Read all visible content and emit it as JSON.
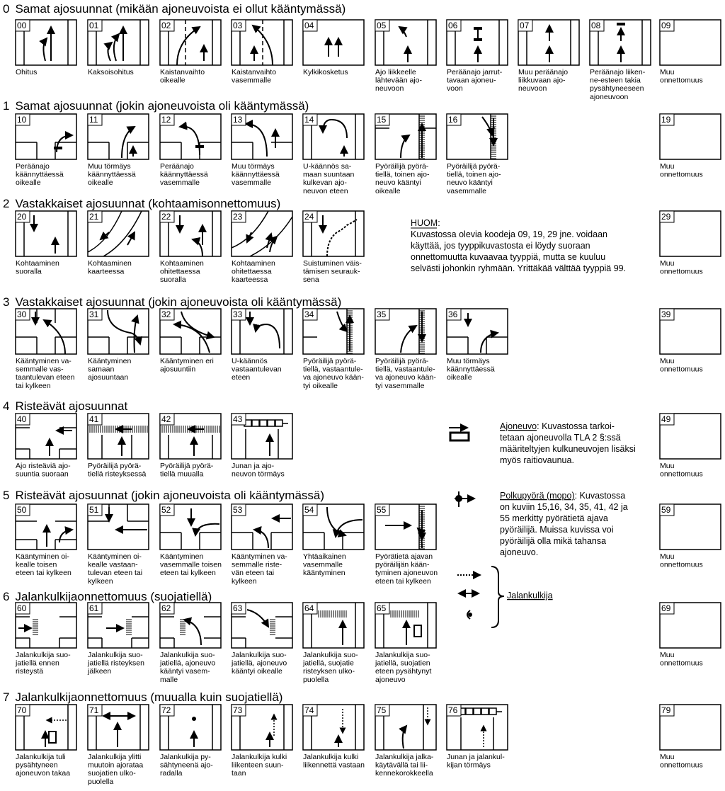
{
  "groups": [
    {
      "num": "0",
      "title": "Samat ajosuunnat (mikään ajoneuvoista ei ollut kääntymässä)"
    },
    {
      "num": "1",
      "title": "Samat ajosuunnat (jokin ajoneuvoista oli kääntymässä)"
    },
    {
      "num": "2",
      "title": "Vastakkaiset ajosuunnat (kohtaamisonnettomuus)"
    },
    {
      "num": "3",
      "title": "Vastakkaiset ajosuunnat (jokin ajoneuvoista oli kääntymässä)"
    },
    {
      "num": "4",
      "title": "Risteävät ajosuunnat"
    },
    {
      "num": "5",
      "title": "Risteävät ajosuunnat (jokin ajoneuvoista oli kääntymässä)"
    },
    {
      "num": "6",
      "title": "Jalankulkijaonnettomuus (suojatiellä)"
    },
    {
      "num": "7",
      "title": "Jalankulkijaonnettomuus (muualla kuin suojatiellä)"
    }
  ],
  "cells": [
    {
      "code": "00",
      "caption": [
        "Ohitus"
      ]
    },
    {
      "code": "01",
      "caption": [
        "Kaksoisohitus"
      ]
    },
    {
      "code": "02",
      "caption": [
        "Kaistanvaihto",
        "oikealle"
      ]
    },
    {
      "code": "03",
      "caption": [
        "Kaistanvaihto",
        "vasemmalle"
      ]
    },
    {
      "code": "04",
      "caption": [
        "Kylkikosketus"
      ]
    },
    {
      "code": "05",
      "caption": [
        "Ajo liikkeelle",
        "lähtevään ajo-",
        "neuvoon"
      ]
    },
    {
      "code": "06",
      "caption": [
        "Peräänajo jarrut-",
        "tavaan ajoneu-",
        "voon"
      ]
    },
    {
      "code": "07",
      "caption": [
        "Muu peräänajo",
        "liikkuvaan ajo-",
        "neuvoon"
      ]
    },
    {
      "code": "08",
      "caption": [
        "Peräänajo liiken-",
        "ne-esteen takia",
        "pysähtyneeseen",
        "ajoneuvoon"
      ]
    },
    {
      "code": "09",
      "caption": [
        "Muu",
        "onnettomuus"
      ]
    },
    {
      "code": "10",
      "caption": [
        "Peräänajo",
        "käännyttäessä",
        "oikealle"
      ]
    },
    {
      "code": "11",
      "caption": [
        "Muu törmäys",
        "käännyttäessä",
        "oikealle"
      ]
    },
    {
      "code": "12",
      "caption": [
        "Peräänajo",
        "käännyttäessä",
        "vasemmalle"
      ]
    },
    {
      "code": "13",
      "caption": [
        "Muu törmäys",
        "käännyttäessä",
        "vasemmalle"
      ]
    },
    {
      "code": "14",
      "caption": [
        "U-käännös sa-",
        "maan suuntaan",
        "kulkevan ajo-",
        "neuvon eteen"
      ]
    },
    {
      "code": "15",
      "caption": [
        "Pyöräilijä pyörä-",
        "tiellä, toinen ajo-",
        "neuvo kääntyi",
        "oikealle"
      ]
    },
    {
      "code": "16",
      "caption": [
        "Pyöräilijä pyörä-",
        "tiellä, toinen ajo-",
        "neuvo kääntyi",
        "vasemmalle"
      ]
    },
    {
      "code": "19",
      "caption": [
        "Muu",
        "onnettomuus"
      ]
    },
    {
      "code": "20",
      "caption": [
        "Kohtaaminen",
        "suoralla"
      ]
    },
    {
      "code": "21",
      "caption": [
        "Kohtaaminen",
        "kaarteessa"
      ]
    },
    {
      "code": "22",
      "caption": [
        "Kohtaaminen",
        "ohitettaessa",
        "suoralla"
      ]
    },
    {
      "code": "23",
      "caption": [
        "Kohtaaminen",
        "ohitettaessa",
        "kaarteessa"
      ]
    },
    {
      "code": "24",
      "caption": [
        "Suistuminen väis-",
        "tämisen seurauk-",
        "sena"
      ]
    },
    {
      "code": "29",
      "caption": [
        "Muu",
        "onnettomuus"
      ]
    },
    {
      "code": "30",
      "caption": [
        "Kääntyminen va-",
        "semmalle vas-",
        "taantulevan eteen",
        "tai kylkeen"
      ]
    },
    {
      "code": "31",
      "caption": [
        "Kääntyminen",
        "samaan",
        "ajosuuntaan"
      ]
    },
    {
      "code": "32",
      "caption": [
        "Kääntyminen eri",
        "ajosuuntiin"
      ]
    },
    {
      "code": "33",
      "caption": [
        "U-käännös",
        "vastaantulevan",
        "eteen"
      ]
    },
    {
      "code": "34",
      "caption": [
        "Pyöräilijä pyörä-",
        "tiellä, vastaantule-",
        "va ajoneuvo kään-",
        "tyi oikealle"
      ]
    },
    {
      "code": "35",
      "caption": [
        "Pyöräilijä pyörä-",
        "tiellä, vastaantule-",
        "va ajoneuvo kään-",
        "tyi vasemmalle"
      ]
    },
    {
      "code": "36",
      "caption": [
        "Muu törmäys",
        "käännyttäessä",
        "oikealle"
      ]
    },
    {
      "code": "39",
      "caption": [
        "Muu",
        "onnettomuus"
      ]
    },
    {
      "code": "40",
      "caption": [
        "Ajo risteäviä ajo-",
        "suuntia suoraan"
      ]
    },
    {
      "code": "41",
      "caption": [
        "Pyöräilijä pyörä-",
        "tiellä risteyksessä"
      ]
    },
    {
      "code": "42",
      "caption": [
        "Pyöräilijä pyörä-",
        "tiellä muualla"
      ]
    },
    {
      "code": "43",
      "caption": [
        "Junan ja ajo-",
        "neuvon törmäys"
      ]
    },
    {
      "code": "49",
      "caption": [
        "Muu",
        "onnettomuus"
      ]
    },
    {
      "code": "50",
      "caption": [
        "Kääntyminen oi-",
        "kealle toisen",
        "eteen tai kylkeen"
      ]
    },
    {
      "code": "51",
      "caption": [
        "Kääntyminen oi-",
        "kealle vastaan-",
        "tulevan eteen tai",
        "kylkeen"
      ]
    },
    {
      "code": "52",
      "caption": [
        "Kääntyminen",
        "vasemmalle toisen",
        "eteen tai kylkeen"
      ]
    },
    {
      "code": "53",
      "caption": [
        "Kääntyminen va-",
        "semmalle riste-",
        "vän eteen tai",
        "kylkeen"
      ]
    },
    {
      "code": "54",
      "caption": [
        "Yhtäaikainen",
        "vasemmalle",
        "kääntyminen"
      ]
    },
    {
      "code": "55",
      "caption": [
        "Pyörätietä ajavan",
        "pyöräilijän kään-",
        "tyminen ajoneuvon",
        "eteen tai kylkeen"
      ]
    },
    {
      "code": "59",
      "caption": [
        "Muu",
        "onnettomuus"
      ]
    },
    {
      "code": "60",
      "caption": [
        "Jalankulkija suo-",
        "jatiellä ennen",
        "risteystä"
      ]
    },
    {
      "code": "61",
      "caption": [
        "Jalankulkija suo-",
        "jatiellä risteyksen",
        "jälkeen"
      ]
    },
    {
      "code": "62",
      "caption": [
        "Jalankulkija suo-",
        "jatiellä, ajoneuvo",
        "kääntyi vasem-",
        "malle"
      ]
    },
    {
      "code": "63",
      "caption": [
        "Jalankulkija suo-",
        "jatiellä, ajoneuvo",
        "kääntyi oikealle"
      ]
    },
    {
      "code": "64",
      "caption": [
        "Jalankulkija suo-",
        "jatiellä, suojatie",
        "risteyksen ulko-",
        "puolella"
      ]
    },
    {
      "code": "65",
      "caption": [
        "Jalankulkija suo-",
        "jatiellä, suojatien",
        "eteen pysähtynyt",
        "ajoneuvo"
      ]
    },
    {
      "code": "69",
      "caption": [
        "Muu",
        "onnettomuus"
      ]
    },
    {
      "code": "70",
      "caption": [
        "Jalankulkija tuli",
        "pysähtyneen",
        "ajoneuvon takaa"
      ]
    },
    {
      "code": "71",
      "caption": [
        "Jalankulkija ylitti",
        "muutoin ajorataa",
        "suojatien ulko-",
        "puolella"
      ]
    },
    {
      "code": "72",
      "caption": [
        "Jalankulkija py-",
        "sähtyneenä ajo-",
        "radalla"
      ]
    },
    {
      "code": "73",
      "caption": [
        "Jalankulkija kulki",
        "liikenteen suun-",
        "taan"
      ]
    },
    {
      "code": "74",
      "caption": [
        "Jalankulkija kulki",
        "liikennettä vastaan"
      ]
    },
    {
      "code": "75",
      "caption": [
        "Jalankulkija jalka-",
        "käytävällä tai lii-",
        "kennekorokkeella"
      ]
    },
    {
      "code": "76",
      "caption": [
        "Junan ja jalankul-",
        "kijan törmäys"
      ]
    },
    {
      "code": "79",
      "caption": [
        "Muu",
        "onnettomuus"
      ]
    }
  ],
  "note": {
    "heading": "HUOM:",
    "lines": [
      "Kuvastossa olevia koodeja 09, 19, 29 jne. voidaan",
      "käyttää, jos tyyppikuvastosta ei löydy suoraan",
      "onnettomuutta kuvaavaa tyyppiä, mutta se kuuluu",
      "selvästi johonkin ryhmään. Yrittäkää välttää tyyppiä 99."
    ]
  },
  "legend": {
    "vehicle": {
      "term": "Ajoneuvo",
      "lines": [
        ": Kuvastossa tarkoi-",
        "tetaan ajoneuvolla TLA 2 §:ssä",
        "määriteltyjen kulkuneuvojen lisäksi",
        "myös raitiovaunua."
      ]
    },
    "bicycle": {
      "term": "Polkupyörä (mopo)",
      "lines": [
        ": Kuvastossa",
        "on kuviin 15,16, 34, 35, 41, 42 ja",
        "55 merkitty pyörätietä ajava",
        "pyöräilijä. Muissa kuvissa voi",
        "pyöräilijä olla mikä tahansa",
        "ajoneuvo."
      ]
    },
    "pedestrian": {
      "term": "Jalankulkija"
    }
  }
}
